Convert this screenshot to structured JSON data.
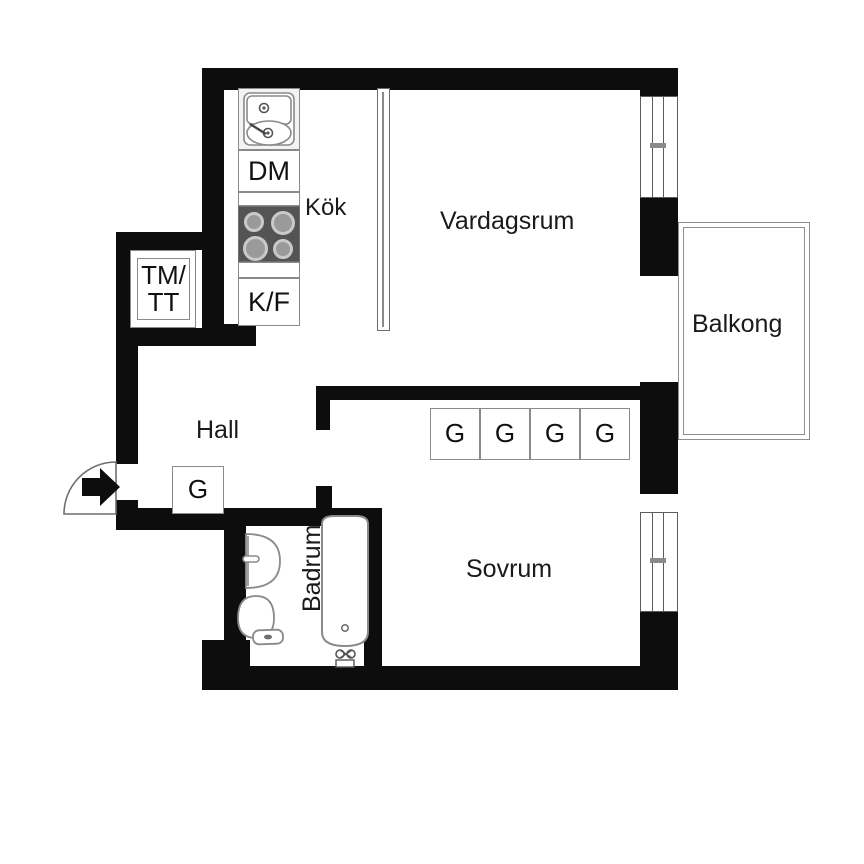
{
  "plan": {
    "type": "apartment-floor-plan",
    "language": "sv",
    "background_color": "#ffffff",
    "wall_color": "#0d0d0d",
    "rooms": [
      {
        "id": "kok",
        "label": "Kök"
      },
      {
        "id": "vardagsrum",
        "label": "Vardagsrum"
      },
      {
        "id": "balkong",
        "label": "Balkong"
      },
      {
        "id": "hall",
        "label": "Hall"
      },
      {
        "id": "badrum",
        "label": "Badrum"
      },
      {
        "id": "sovrum",
        "label": "Sovrum"
      }
    ],
    "fixtures": {
      "dishwasher": "DM",
      "fridge_freezer": "K/F",
      "washer_dryer_line1": "TM/",
      "washer_dryer_line2": "TT",
      "closet": "G"
    },
    "closets_bedroom": [
      "G",
      "G",
      "G",
      "G"
    ],
    "closet_hall": "G",
    "icons": {
      "entry_door": "entry-door-arrow-icon",
      "sink": "kitchen-sink-icon",
      "stove": "stove-cooktop-icon",
      "wash_basin": "wash-basin-icon",
      "toilet": "toilet-icon",
      "bathtub": "bathtub-icon"
    }
  }
}
